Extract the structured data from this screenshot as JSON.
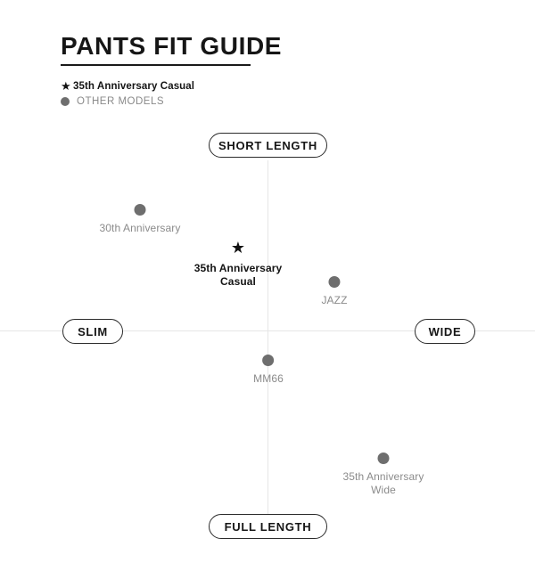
{
  "header": {
    "title": "PANTS FIT GUIDE"
  },
  "legend": {
    "items": [
      {
        "marker": "star-marker",
        "glyph": "★",
        "label": "35th Anniversary Casual",
        "style": "primary",
        "color": "#141414"
      },
      {
        "marker": "dot-marker",
        "glyph": "●",
        "label": "OTHER MODELS",
        "style": "secondary",
        "color": "#8a8a8a"
      }
    ]
  },
  "axes": {
    "top_label": "SHORT LENGTH",
    "bottom_label": "FULL LENGTH",
    "left_label": "SLIM",
    "right_label": "WIDE"
  },
  "chart_data": {
    "type": "scatter",
    "title": "PANTS FIT GUIDE",
    "xlabel": "",
    "ylabel": "",
    "xlim": [
      -1,
      1
    ],
    "ylim": [
      -1,
      1
    ],
    "x_axis_left_label": "SLIM",
    "x_axis_right_label": "WIDE",
    "y_axis_top_label": "SHORT LENGTH",
    "y_axis_bottom_label": "FULL LENGTH",
    "grid": false,
    "legend": [
      "35th Anniversary Casual",
      "OTHER MODELS"
    ],
    "legend_position": "top-left",
    "series": [
      {
        "name": "35th Anniversary Casual",
        "marker": "star",
        "color": "#111111",
        "points": [
          {
            "label": "35th Anniversary\nCasual",
            "x": -0.21,
            "y": 0.5,
            "px": 266,
            "py": 282
          }
        ]
      },
      {
        "name": "OTHER MODELS",
        "marker": "circle",
        "color": "#6e6e6e",
        "points": [
          {
            "label": "30th Anniversary",
            "x": -0.98,
            "y": 0.72,
            "px": 157,
            "py": 236
          },
          {
            "label": "JAZZ",
            "x": 0.5,
            "y": 0.25,
            "px": 375,
            "py": 317
          },
          {
            "label": "MM66",
            "x": -0.04,
            "y": -0.17,
            "px": 301,
            "py": 405
          },
          {
            "label": "35th Anniversary\nWide",
            "x": 0.95,
            "y": -0.78,
            "px": 430,
            "py": 515
          }
        ]
      }
    ]
  }
}
